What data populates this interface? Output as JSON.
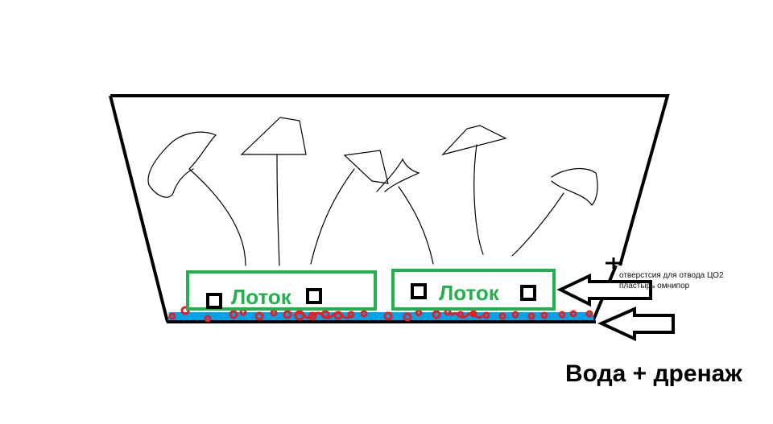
{
  "diagram": {
    "trays": [
      {
        "label": "Лоток"
      },
      {
        "label": "Лоток"
      }
    ],
    "notes": {
      "line1": "отверстсия для отвода ЦО2",
      "line2": "пластырь омнипор"
    },
    "caption": "Вода + дренаж",
    "colors": {
      "outline": "#000000",
      "tray": "#22b14c",
      "water": "#00a2e8",
      "drainage": "#ed1c24",
      "stems": "#000000"
    },
    "icons": [
      "arrow-left-icon",
      "arrow-left-icon"
    ]
  }
}
